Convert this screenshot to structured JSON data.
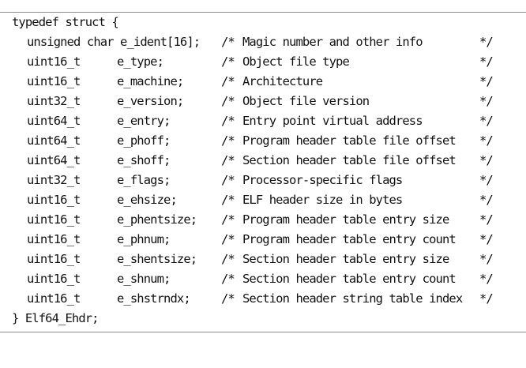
{
  "header_line": "typedef struct {",
  "footer_line": "} Elf64_Ehdr;",
  "comment_open": "/*",
  "comment_close": "*/",
  "first_field": {
    "decl": "unsigned char e_ident[16];",
    "desc": "Magic number and other info"
  },
  "fields": [
    {
      "type": "uint16_t",
      "name": "e_type;",
      "desc": "Object file type"
    },
    {
      "type": "uint16_t",
      "name": "e_machine;",
      "desc": "Architecture"
    },
    {
      "type": "uint32_t",
      "name": "e_version;",
      "desc": "Object file version"
    },
    {
      "type": "uint64_t",
      "name": "e_entry;",
      "desc": "Entry point virtual address"
    },
    {
      "type": "uint64_t",
      "name": "e_phoff;",
      "desc": "Program header table file offset"
    },
    {
      "type": "uint64_t",
      "name": "e_shoff;",
      "desc": "Section header table file offset"
    },
    {
      "type": "uint32_t",
      "name": "e_flags;",
      "desc": "Processor-specific flags"
    },
    {
      "type": "uint16_t",
      "name": "e_ehsize;",
      "desc": "ELF header size in bytes"
    },
    {
      "type": "uint16_t",
      "name": "e_phentsize;",
      "desc": "Program header table entry size"
    },
    {
      "type": "uint16_t",
      "name": "e_phnum;",
      "desc": "Program header table entry count"
    },
    {
      "type": "uint16_t",
      "name": "e_shentsize;",
      "desc": "Section header table entry size"
    },
    {
      "type": "uint16_t",
      "name": "e_shnum;",
      "desc": "Section header table entry count"
    },
    {
      "type": "uint16_t",
      "name": "e_shstrndx;",
      "desc": "Section header string table index"
    }
  ]
}
